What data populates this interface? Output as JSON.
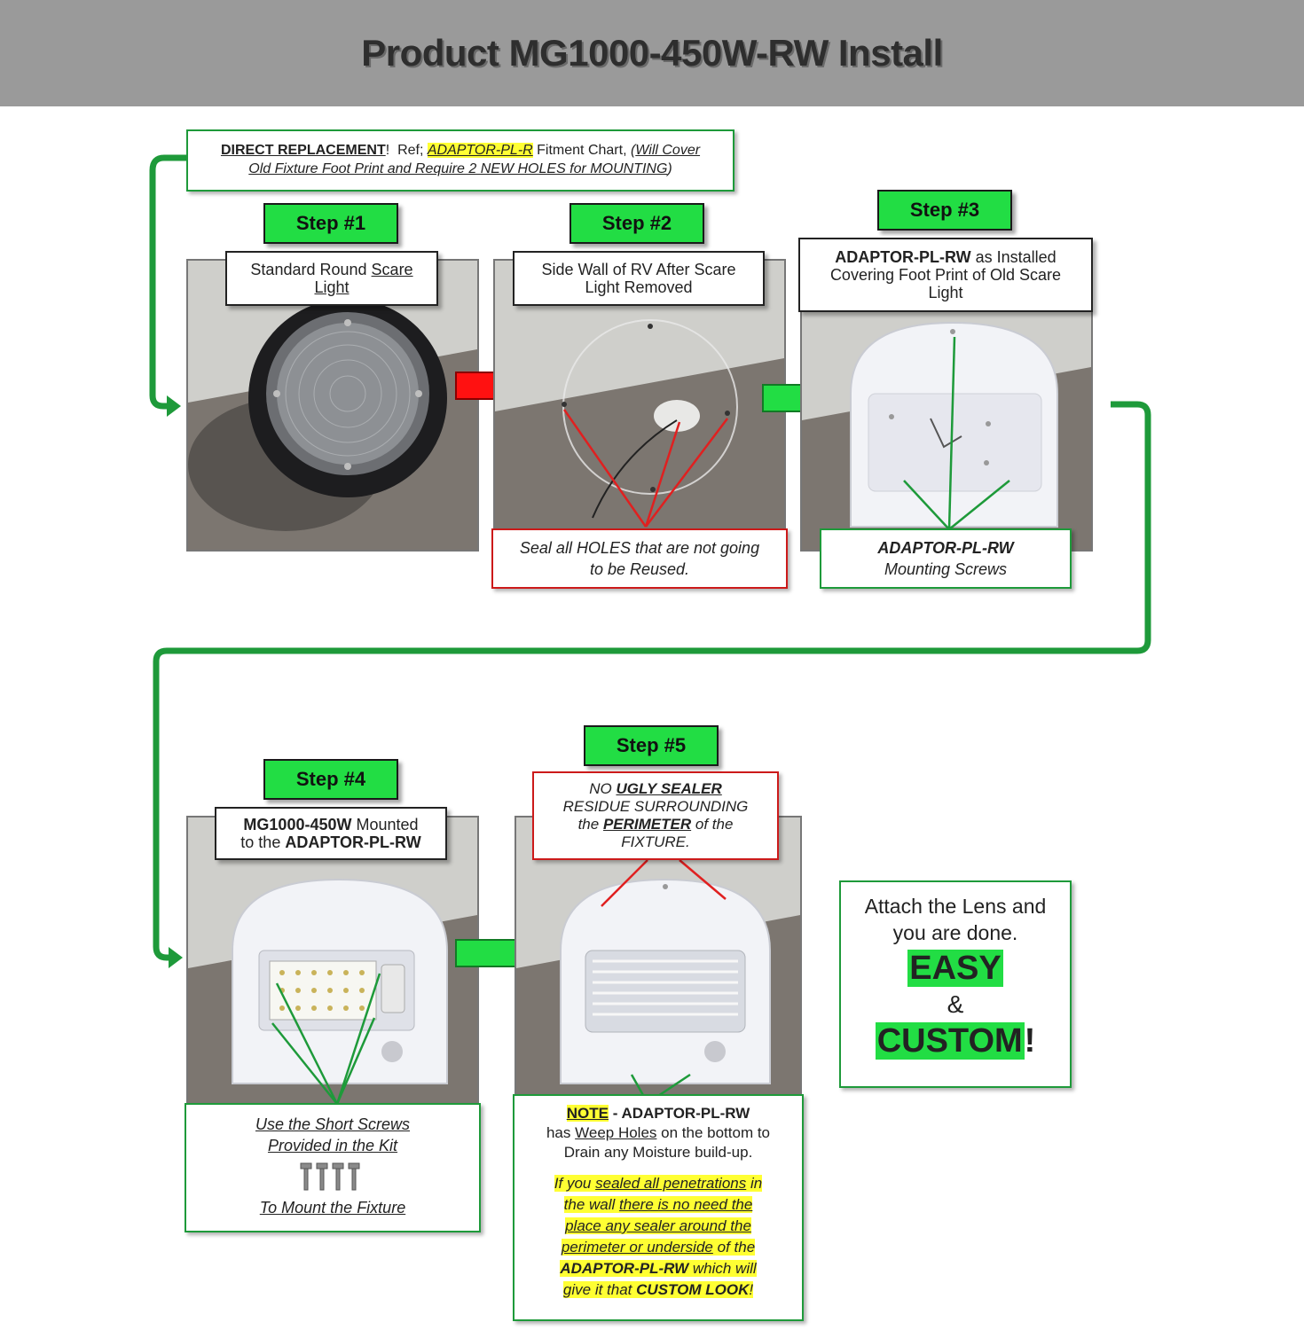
{
  "header": {
    "title": "Product MG1000-450W-RW Install"
  },
  "intro": {
    "label": "DIRECT REPLACEMENT",
    "excl": "!",
    "ref_text": "Ref;",
    "adaptor": "ADAPTOR-PL-R",
    "fitment": "Fitment Chart,",
    "paren_open": "(",
    "will_cover": "Will Cover",
    "line2": "Old Fixture Foot Print and Require 2 NEW HOLES for MOUNTING",
    "paren_close": ")"
  },
  "steps": [
    {
      "label": "Step #1"
    },
    {
      "label": "Step #2"
    },
    {
      "label": "Step #3"
    },
    {
      "label": "Step #4"
    },
    {
      "label": "Step #5"
    }
  ],
  "step1": {
    "cap_a": "Standard Round",
    "cap_b": "Scare",
    "cap_c": "Light"
  },
  "step2": {
    "cap_line1": "Side Wall of RV After Scare",
    "cap_line2": "Light Removed",
    "seal_line1": "Seal all HOLES that are not going",
    "seal_line2": "to be Reused."
  },
  "step3": {
    "cap_bold": "ADAPTOR-PL-RW",
    "cap_rest": "as Installed",
    "cap_line2": "Covering Foot Print of Old Scare",
    "cap_line3": "Light",
    "screws_bold": "ADAPTOR-PL-RW",
    "screws_line2": "Mounting Screws"
  },
  "step4": {
    "cap_bold1": "MG1000-450W",
    "cap_rest1": "Mounted",
    "cap_pre2": "to the",
    "cap_bold2": "ADAPTOR-PL-RW",
    "use_line1": "Use the Short Screws",
    "use_line2": "Provided in the Kit",
    "mount_line": "To Mount the Fixture"
  },
  "step5": {
    "no1": "NO",
    "no2": "UGLY SEALER",
    "no_line2": "RESIDUE SURROUNDING",
    "no3": "the",
    "no4": "PERIMETER",
    "no5": "of the",
    "no_line4": "FIXTURE.",
    "note_label": "NOTE",
    "note_rest": "- ADAPTOR-PL-RW",
    "note_has": "has",
    "note_weep": "Weep Holes",
    "note_bottom": "on the bottom to",
    "note_line3": "Drain any Moisture build-up.",
    "y1a": "If you",
    "y1b": "sealed all penetrations",
    "y1c": "in",
    "y2a": "the wall",
    "y2b": "there is no need the",
    "y3": "place any sealer around the",
    "y4a": "perimeter or underside",
    "y4b": "of the",
    "y5a": "ADAPTOR-PL-RW",
    "y5b": "which will",
    "y6a": "give it that",
    "y6b": "CUSTOM LOOK",
    "y6c": "!"
  },
  "final": {
    "line1": "Attach the Lens and",
    "line2": "you are done.",
    "easy": "EASY",
    "amp": "&",
    "custom": "CUSTOM",
    "excl": "!"
  },
  "colors": {
    "step_green": "#22dd44",
    "flow_green": "#1e9a3a",
    "arrow_red": "#ff1111",
    "header_gray": "#9a9a9a",
    "highlight_yellow": "#ffff33"
  }
}
